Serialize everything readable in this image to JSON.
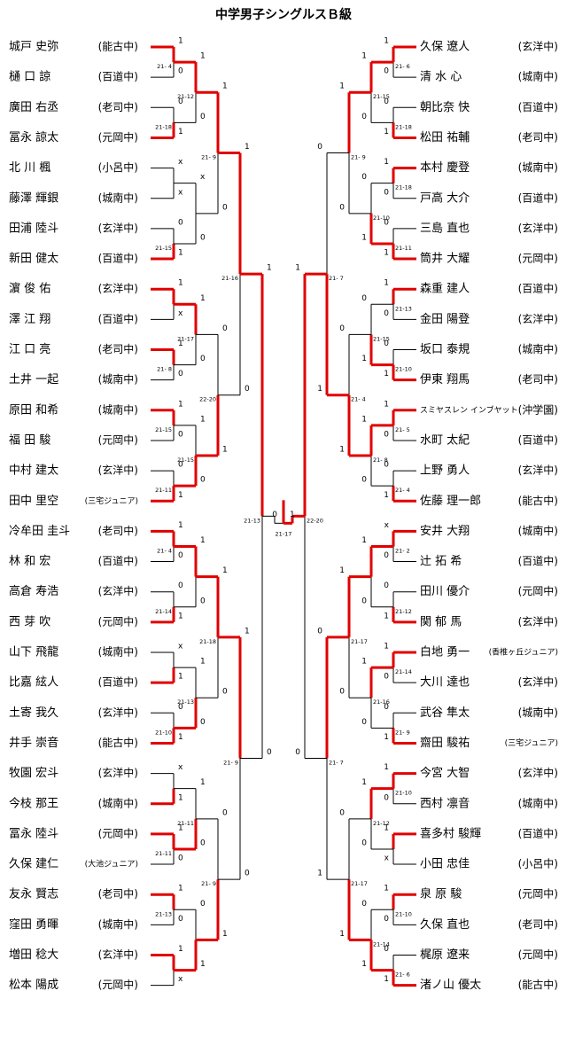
{
  "title": "中学男子シングルスＢ級",
  "left_players": [
    {
      "name": "城戸 史弥",
      "team": "(能古中)"
    },
    {
      "name": "樋 口 諒",
      "team": "(百道中)"
    },
    {
      "name": "廣田 右丞",
      "team": "(老司中)"
    },
    {
      "name": "冨永 諒太",
      "team": "(元岡中)"
    },
    {
      "name": "北 川 楓",
      "team": "(小呂中)"
    },
    {
      "name": "藤澤 輝銀",
      "team": "(城南中)"
    },
    {
      "name": "田浦 陸斗",
      "team": "(玄洋中)"
    },
    {
      "name": "新田 健太",
      "team": "(百道中)"
    },
    {
      "name": "濵 俊 佑",
      "team": "(玄洋中)"
    },
    {
      "name": "澤 江 翔",
      "team": "(百道中)"
    },
    {
      "name": "江 口 亮",
      "team": "(老司中)"
    },
    {
      "name": "土井 一起",
      "team": "(城南中)"
    },
    {
      "name": "原田 和希",
      "team": "(城南中)"
    },
    {
      "name": "福 田 駿",
      "team": "(元岡中)"
    },
    {
      "name": "中村 建太",
      "team": "(玄洋中)"
    },
    {
      "name": "田中 里空",
      "team": "(三宅ジュニア)"
    },
    {
      "name": "冷牟田 圭斗",
      "team": "(老司中)"
    },
    {
      "name": "林 和 宏",
      "team": "(百道中)"
    },
    {
      "name": "高倉 寿浩",
      "team": "(玄洋中)"
    },
    {
      "name": "西 芽 吹",
      "team": "(元岡中)"
    },
    {
      "name": "山下 飛龍",
      "team": "(城南中)"
    },
    {
      "name": "比嘉 絃人",
      "team": "(百道中)"
    },
    {
      "name": "土寄 我久",
      "team": "(玄洋中)"
    },
    {
      "name": "井手 崇音",
      "team": "(能古中)"
    },
    {
      "name": "牧園 宏斗",
      "team": "(玄洋中)"
    },
    {
      "name": "今枝 那王",
      "team": "(城南中)"
    },
    {
      "name": "冨永 陸斗",
      "team": "(元岡中)"
    },
    {
      "name": "久保 建仁",
      "team": "(大池ジュニア)"
    },
    {
      "name": "友永 賢志",
      "team": "(老司中)"
    },
    {
      "name": "窪田 勇暉",
      "team": "(城南中)"
    },
    {
      "name": "増田 稔大",
      "team": "(玄洋中)"
    },
    {
      "name": "松本 陽成",
      "team": "(元岡中)"
    }
  ],
  "right_players": [
    {
      "name": "久保 遼人",
      "team": "(玄洋中)"
    },
    {
      "name": "清 水 心",
      "team": "(城南中)"
    },
    {
      "name": "朝比奈 快",
      "team": "(百道中)"
    },
    {
      "name": "松田 祐輔",
      "team": "(老司中)"
    },
    {
      "name": "本村 慶登",
      "team": "(城南中)"
    },
    {
      "name": "戸高 大介",
      "team": "(百道中)"
    },
    {
      "name": "三島 直也",
      "team": "(玄洋中)"
    },
    {
      "name": "筒井 大耀",
      "team": "(元岡中)"
    },
    {
      "name": "森重 建人",
      "team": "(百道中)"
    },
    {
      "name": "金田 陽登",
      "team": "(玄洋中)"
    },
    {
      "name": "坂口 泰規",
      "team": "(城南中)"
    },
    {
      "name": "伊東 翔馬",
      "team": "(老司中)"
    },
    {
      "name": "スミヤスレン インブヤット",
      "team": "(沖学園)"
    },
    {
      "name": "水町 太紀",
      "team": "(百道中)"
    },
    {
      "name": "上野 勇人",
      "team": "(玄洋中)"
    },
    {
      "name": "佐藤 理一郎",
      "team": "(能古中)"
    },
    {
      "name": "安井 大翔",
      "team": "(城南中)"
    },
    {
      "name": "辻 拓 希",
      "team": "(百道中)"
    },
    {
      "name": "田川 優介",
      "team": "(元岡中)"
    },
    {
      "name": "関 郁 馬",
      "team": "(玄洋中)"
    },
    {
      "name": "白地 勇一",
      "team": "(香椎ヶ丘ジュニア)"
    },
    {
      "name": "大川 達也",
      "team": "(玄洋中)"
    },
    {
      "name": "武谷 隼太",
      "team": "(城南中)"
    },
    {
      "name": "齋田 駿祐",
      "team": "(三宅ジュニア)"
    },
    {
      "name": "今宮 大智",
      "team": "(玄洋中)"
    },
    {
      "name": "西村 凛音",
      "team": "(城南中)"
    },
    {
      "name": "喜多村 駿輝",
      "team": "(百道中)"
    },
    {
      "name": "小田 忠佳",
      "team": "(小呂中)"
    },
    {
      "name": "泉 原 駿",
      "team": "(元岡中)"
    },
    {
      "name": "久保 直也",
      "team": "(老司中)"
    },
    {
      "name": "梶原 遼来",
      "team": "(元岡中)"
    },
    {
      "name": "渚ノ山 優太",
      "team": "(能古中)"
    }
  ],
  "left_r1": [
    {
      "top": "1",
      "bot": "0",
      "score": "21- 4",
      "winner": "top"
    },
    {
      "top": "0",
      "bot": "1",
      "score": "21-18",
      "winner": "bot"
    },
    {
      "top": "x",
      "bot": "x",
      "score": "",
      "winner": "none"
    },
    {
      "top": "0",
      "bot": "1",
      "score": "21-15",
      "winner": "bot"
    },
    {
      "top": "1",
      "bot": "x",
      "score": "",
      "winner": "top"
    },
    {
      "top": "1",
      "bot": "0",
      "score": "21- 8",
      "winner": "top"
    },
    {
      "top": "1",
      "bot": "0",
      "score": "21-15",
      "winner": "top"
    },
    {
      "top": "0",
      "bot": "1",
      "score": "21-11",
      "winner": "bot"
    },
    {
      "top": "1",
      "bot": "0",
      "score": "21- 4",
      "winner": "top"
    },
    {
      "top": "0",
      "bot": "1",
      "score": "21-14",
      "winner": "bot"
    },
    {
      "top": "x",
      "bot": "1",
      "score": "",
      "winner": "bot"
    },
    {
      "top": "0",
      "bot": "1",
      "score": "21-10",
      "winner": "bot"
    },
    {
      "top": "x",
      "bot": "1",
      "score": "",
      "winner": "bot"
    },
    {
      "top": "1",
      "bot": "0",
      "score": "21-11",
      "winner": "top"
    },
    {
      "top": "1",
      "bot": "0",
      "score": "21-13",
      "winner": "top"
    },
    {
      "top": "1",
      "bot": "x",
      "score": "",
      "winner": "top"
    }
  ],
  "left_r2": [
    {
      "top": "1",
      "bot": "0",
      "score": "21-12",
      "winner": "top"
    },
    {
      "top": "x",
      "bot": "0",
      "score": "",
      "winner": "none"
    },
    {
      "top": "1",
      "bot": "0",
      "score": "21-17",
      "winner": "top"
    },
    {
      "top": "1",
      "bot": "0",
      "score": "21-15",
      "winner": "bot"
    },
    {
      "top": "1",
      "bot": "0",
      "score": "",
      "winner": "top"
    },
    {
      "top": "1",
      "bot": "0",
      "score": "21-13",
      "winner": "bot"
    },
    {
      "top": "1",
      "bot": "0",
      "score": "21-11",
      "winner": "bot"
    },
    {
      "top": "0",
      "bot": "1",
      "score": "",
      "winner": "bot"
    }
  ],
  "left_r3": [
    {
      "top": "1",
      "bot": "0",
      "score": "21- 9",
      "winner": "top"
    },
    {
      "top": "0",
      "bot": "1",
      "score": "22-20",
      "winner": "bot"
    },
    {
      "top": "1",
      "bot": "0",
      "score": "21-18",
      "winner": "top"
    },
    {
      "top": "0",
      "bot": "1",
      "score": "21- 9",
      "winner": "bot"
    }
  ],
  "left_r4": [
    {
      "top": "1",
      "bot": "0",
      "score": "21-16",
      "winner": "top"
    },
    {
      "top": "1",
      "bot": "0",
      "score": "21- 9",
      "winner": "top"
    }
  ],
  "left_r5": {
    "top": "1",
    "bot": "0",
    "score": "21-13"
  },
  "right_r1": [
    {
      "top": "1",
      "bot": "0",
      "score": "21- 6",
      "winner": "top"
    },
    {
      "top": "0",
      "bot": "1",
      "score": "21-18",
      "winner": "bot"
    },
    {
      "top": "1",
      "bot": "0",
      "score": "21-18",
      "winner": "top"
    },
    {
      "top": "0",
      "bot": "1",
      "score": "21-11",
      "winner": "bot"
    },
    {
      "top": "1",
      "bot": "0",
      "score": "21-13",
      "winner": "top"
    },
    {
      "top": "0",
      "bot": "1",
      "score": "21-10",
      "winner": "bot"
    },
    {
      "top": "1",
      "bot": "0",
      "score": "21- 5",
      "winner": "top"
    },
    {
      "top": "0",
      "bot": "1",
      "score": "21- 4",
      "winner": "bot"
    },
    {
      "top": "x",
      "bot": "0",
      "score": "21- 2",
      "winner": "top"
    },
    {
      "top": "0",
      "bot": "1",
      "score": "21-12",
      "winner": "bot"
    },
    {
      "top": "1",
      "bot": "0",
      "score": "21-14",
      "winner": "top"
    },
    {
      "top": "0",
      "bot": "1",
      "score": "21- 9",
      "winner": "bot"
    },
    {
      "top": "1",
      "bot": "0",
      "score": "21-10",
      "winner": "top"
    },
    {
      "top": "1",
      "bot": "x",
      "score": "",
      "winner": "top"
    },
    {
      "top": "1",
      "bot": "0",
      "score": "21-10",
      "winner": "top"
    },
    {
      "top": "0",
      "bot": "1",
      "score": "21- 6",
      "winner": "bot"
    }
  ],
  "right_r2": [
    {
      "top": "1",
      "bot": "0",
      "score": "21-15",
      "winner": "top"
    },
    {
      "top": "0",
      "bot": "1",
      "score": "21-10",
      "winner": "bot"
    },
    {
      "top": "0",
      "bot": "1",
      "score": "21-15",
      "winner": "bot"
    },
    {
      "top": "1",
      "bot": "0",
      "score": "21- 8",
      "winner": "top"
    },
    {
      "top": "1",
      "bot": "0",
      "score": "",
      "winner": "top"
    },
    {
      "top": "1",
      "bot": "0",
      "score": "21-16",
      "winner": "top"
    },
    {
      "top": "1",
      "bot": "0",
      "score": "21-12",
      "winner": "top"
    },
    {
      "top": "0",
      "bot": "1",
      "score": "21-14",
      "winner": "bot"
    }
  ],
  "right_r3": [
    {
      "top": "1",
      "bot": "0",
      "score": "21- 9",
      "winner": "top"
    },
    {
      "top": "0",
      "bot": "1",
      "score": "21- 4",
      "winner": "bot"
    },
    {
      "top": "1",
      "bot": "0",
      "score": "21-17",
      "winner": "top"
    },
    {
      "top": "0",
      "bot": "1",
      "score": "21-17",
      "winner": "bot"
    }
  ],
  "right_r4": [
    {
      "top": "0",
      "bot": "1",
      "score": "21- 7",
      "winner": "bot"
    },
    {
      "top": "0",
      "bot": "1",
      "score": "21- 7",
      "winner": "top"
    }
  ],
  "right_r5": {
    "top": "1",
    "bot": "0",
    "score": "22-20"
  },
  "final": {
    "left": "0",
    "right": "1",
    "score": "21-17"
  },
  "colors": {
    "winner_line": "#e00000",
    "line": "#000000"
  }
}
